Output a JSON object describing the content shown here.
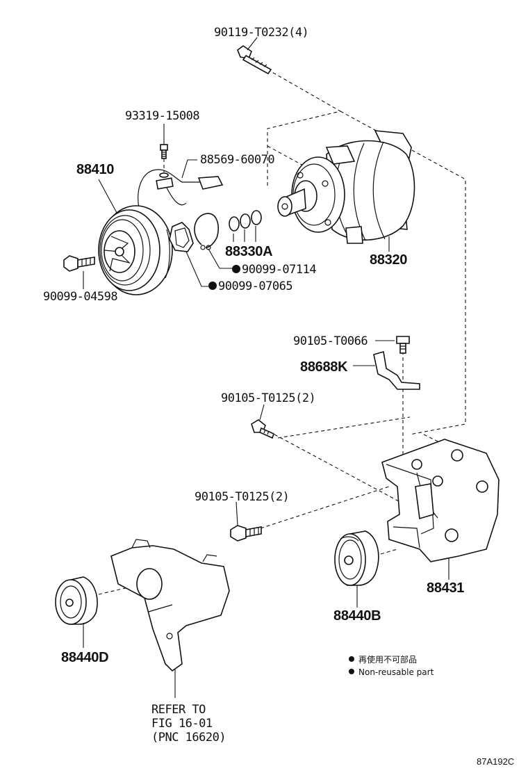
{
  "labels": {
    "p90119": "90119-T0232(4)",
    "p93319": "93319-15008",
    "p88569": "88569-60070",
    "p88410": "88410",
    "p88330a": "88330A",
    "p90099_07114": "90099-07114",
    "p90099_07065": "90099-07065",
    "p90099_04598": "90099-04598",
    "p88320": "88320",
    "p90105_t0066": "90105-T0066",
    "p88688k": "88688K",
    "p90105_t0125_a": "90105-T0125(2)",
    "p90105_t0125_b": "90105-T0125(2)",
    "p88431": "88431",
    "p88440b": "88440B",
    "p88440d": "88440D"
  },
  "legend": {
    "line1": "再使用不可部品",
    "line2": "Non-reusable part"
  },
  "refer": {
    "line1": "REFER TO",
    "line2": "FIG 16-01",
    "line3": "(PNC 16620)"
  },
  "figure_code": "87A192C"
}
